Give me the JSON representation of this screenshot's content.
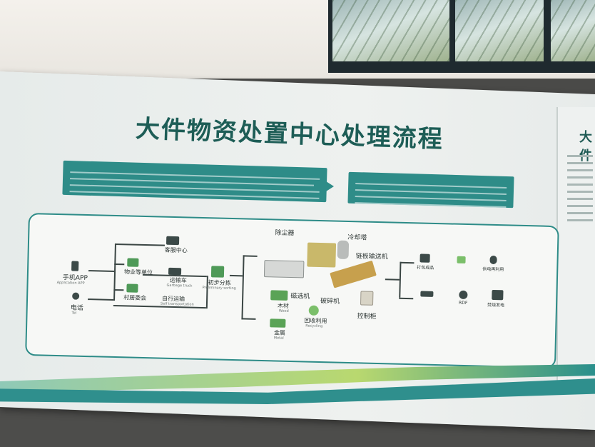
{
  "board": {
    "title": "大件物资处置中心处理流程",
    "right_title": "大件"
  },
  "flow": {
    "sources": {
      "phone_app": "手机APP",
      "phone_app_en": "Application APP",
      "phone": "电话",
      "phone_en": "Tel"
    },
    "dispatch": {
      "customer_center": "客服中心",
      "property": "物业等单位",
      "village": "村居委会",
      "transport": "运输车",
      "transport_en": "Garbage truck",
      "self_transport": "自行运输",
      "self_transport_en": "Self transportation"
    },
    "preliminary": {
      "label": "初步分拣",
      "label_en": "Preliminary sorting"
    },
    "sorted_outputs": {
      "wood": "木材",
      "wood_en": "Wood",
      "metal": "金属",
      "metal_en": "Metal",
      "recycle": "回收利用",
      "recycle_en": "Recycling"
    },
    "machines": {
      "dust_remover": "除尘器",
      "cooling_tower": "冷却塔",
      "conveyor": "链板输送机",
      "magnetic": "磁选机",
      "crusher": "破碎机",
      "control_cabinet": "控制柜"
    },
    "final": {
      "baling": "打包成品",
      "power": "供电再利用",
      "rdf": "RDF",
      "power_plant": "焚烧发电"
    }
  }
}
